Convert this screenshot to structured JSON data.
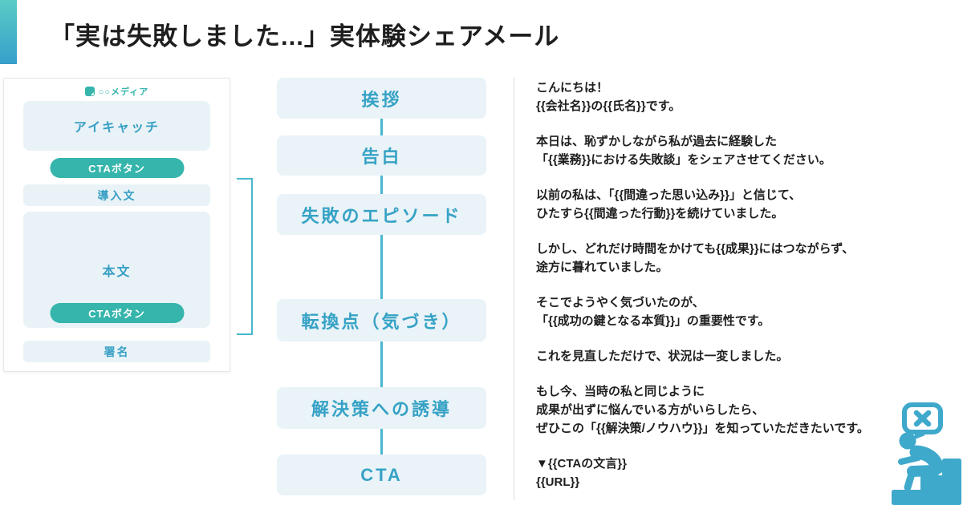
{
  "page": {
    "title": "「実は失敗しました...」実体験シェアメール"
  },
  "wireframe": {
    "brand_label": "○○メディア",
    "eyecatch_label": "アイキャッチ",
    "cta_top_label": "CTAボタン",
    "intro_label": "導入文",
    "body_label": "本文",
    "cta_bottom_label": "CTAボタン",
    "signature_label": "署名"
  },
  "flow": {
    "steps": [
      "挨拶",
      "告白",
      "失敗のエピソード",
      "転換点（気づき）",
      "解決策への誘導",
      "CTA"
    ]
  },
  "email": {
    "paragraphs": [
      {
        "lines": [
          "こんにちは！",
          "{{会社名}}の{{氏名}}です。"
        ]
      },
      {
        "lines": [
          "本日は、恥ずかしながら私が過去に経験した",
          "「{{業務}}における失敗談」をシェアさせてください。"
        ]
      },
      {
        "lines": [
          "以前の私は、「{{間違った思い込み}}」と信じて、",
          "ひたすら{{間違った行動}}を続けていました。"
        ]
      },
      {
        "lines": [
          "しかし、どれだけ時間をかけても{{成果}}にはつながらず、",
          "途方に暮れていました。"
        ]
      },
      {
        "lines": [
          "そこでようやく気づいたのが、",
          "「{{成功の鍵となる本質}}」の重要性です。"
        ]
      },
      {
        "lines": [
          "これを見直しただけで、状況は一変しました。"
        ]
      },
      {
        "lines": [
          "もし今、当時の私と同じように",
          "成果が出ずに悩んでいる方がいらしたら、",
          "ぜひこの「{{解決策/ノウハウ}}」を知っていただきたいです。"
        ]
      },
      {
        "lines": [
          "▼{{CTAの文言}}",
          "{{URL}}"
        ]
      }
    ]
  },
  "icons": {
    "person_on_stairs": "person-sitting-on-stairs-with-failure-speech-bubble",
    "speech_bubble": "x-mark-speech-bubble",
    "brand_logo": "media-book-icon"
  },
  "colors": {
    "accent_gradient_top": "#5BCCC6",
    "accent_gradient_bottom": "#379FCB",
    "teal_button": "#35B5AB",
    "light_box": "#E9F3F8",
    "step_text": "#36A2C5",
    "connector": "#49B7CF",
    "body_text": "#1E1E1E",
    "icon_blue": "#3FA9CB"
  }
}
